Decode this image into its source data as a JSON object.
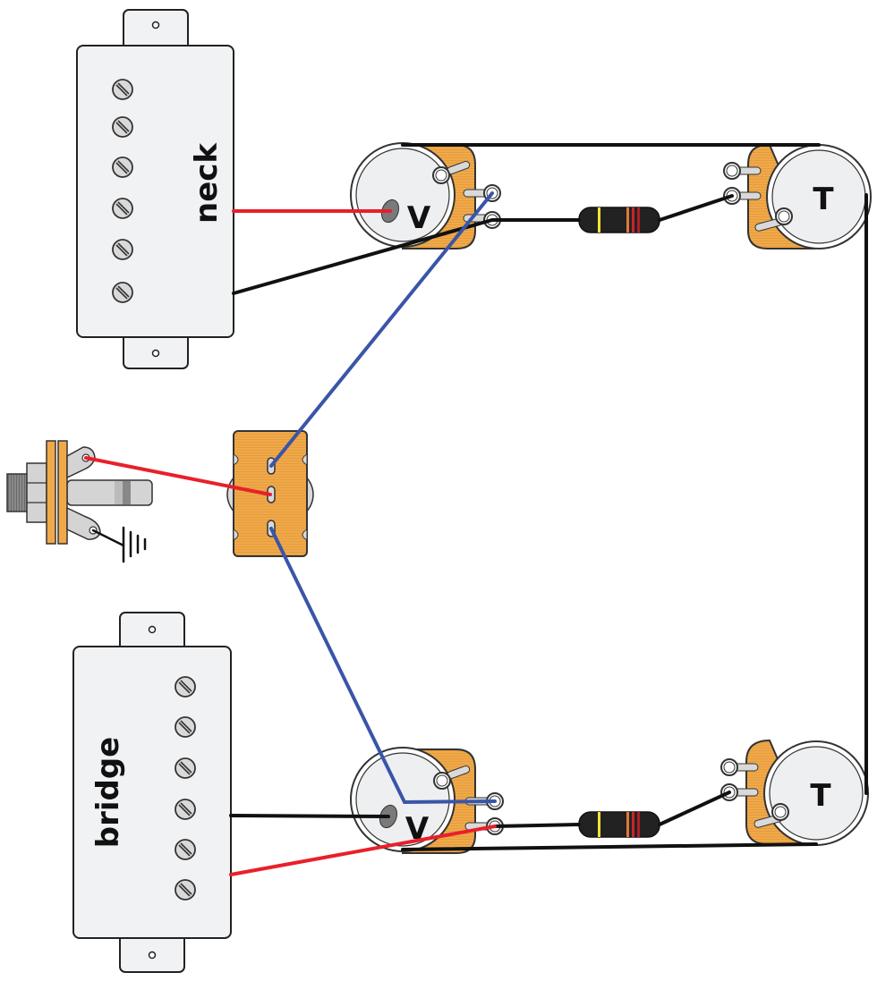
{
  "title": "Two-humbucker wiring diagram (vintage-style, treble bleed on volume pots)",
  "colors": {
    "hot_wire": "#e8202a",
    "ground_wire": "#111111",
    "switch_wire": "#3a55a8",
    "pot_body": "#f0a94a",
    "pickup_cover": "#f1f2f4",
    "lug": "#d9d9d9",
    "resistor_body": "#222222"
  },
  "pickups": [
    {
      "id": "neck",
      "label": "neck",
      "screws": 6
    },
    {
      "id": "bridge",
      "label": "bridge",
      "screws": 6
    }
  ],
  "pots": [
    {
      "id": "neck-volume",
      "label": "V"
    },
    {
      "id": "neck-tone",
      "label": "T"
    },
    {
      "id": "bridge-volume",
      "label": "V"
    },
    {
      "id": "bridge-tone",
      "label": "T"
    }
  ],
  "components": {
    "switch": "3-way toggle switch",
    "jack": "output jack",
    "ground_symbol": "ground",
    "resistor_bands": [
      "#f2e33a",
      "#e07a3a",
      "#c8242c",
      "#b01e26"
    ]
  },
  "wires": [
    {
      "from": "neck pickup",
      "to": "neck volume (center)",
      "color": "hot"
    },
    {
      "from": "neck pickup",
      "to": "neck volume lug 3",
      "color": "ground"
    },
    {
      "from": "neck volume lug 2",
      "to": "switch top",
      "color": "switch"
    },
    {
      "from": "bridge volume lug 2",
      "to": "switch bottom",
      "color": "switch"
    },
    {
      "from": "switch center",
      "to": "jack tip",
      "color": "hot"
    },
    {
      "from": "bridge pickup",
      "to": "bridge volume (center)",
      "color": "ground"
    },
    {
      "from": "bridge pickup",
      "to": "bridge volume lug 3",
      "color": "hot"
    },
    {
      "from": "volume lug 3",
      "to": "tone lug 2 via resistor",
      "color": "ground"
    }
  ]
}
